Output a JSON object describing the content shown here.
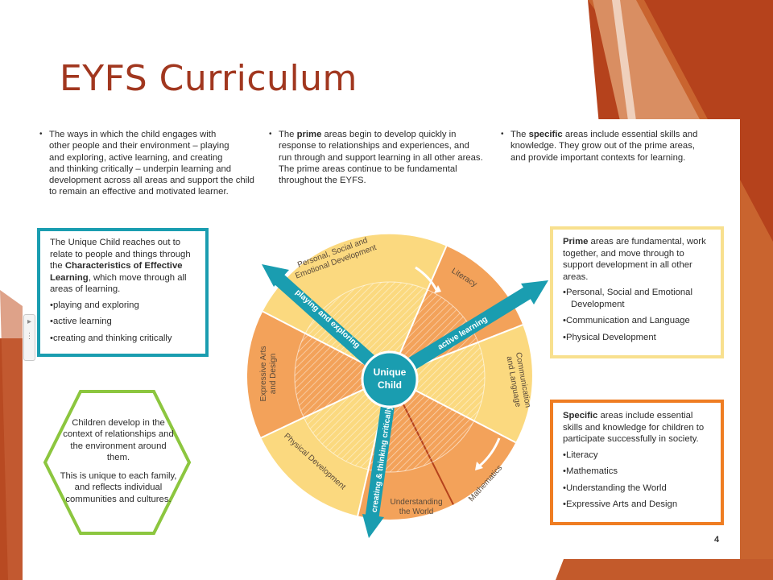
{
  "slide": {
    "title": "EYFS Curriculum",
    "page_number": "4",
    "colors": {
      "title": "#a1371f",
      "teal": "#1a9db0",
      "orange": "#ef7d22",
      "light_orange": "#f3a25a",
      "yellow": "#fbd97f",
      "green": "#8cc63f"
    }
  },
  "intro": {
    "col1": [
      "The ways in which the child engages with",
      "other people and their environment – playing",
      "and exploring, active learning, and creating",
      "and thinking critically – underpin learning and",
      "development across all areas and support the child",
      "to remain an effective and motivated learner."
    ],
    "col2": {
      "pre": "The ",
      "bold": "prime",
      "line1_rest": " areas begin to develop quickly in",
      "lines": [
        "response to relationships and experiences, and",
        "run through and support learning in all other areas.",
        "The prime areas continue to be fundamental",
        "throughout the EYFS."
      ]
    },
    "col3": {
      "pre": "The ",
      "bold": "specific",
      "line1_rest": " areas include essential skills and",
      "lines": [
        "knowledge. They grow out of the prime areas,",
        "and provide important contexts for learning."
      ]
    }
  },
  "unique_child_box": {
    "text_pre": "The Unique Child reaches out to relate to people and things through the ",
    "text_bold": "Characteristics of Effective Learning",
    "text_post": ", which move through all areas of learning.",
    "items": [
      "playing and exploring",
      "active learning",
      "creating and thinking critically"
    ]
  },
  "context_hexagon": {
    "para1": "Children develop in the context of relationships and the environment around them.",
    "para2": "This is unique to each family, and reflects individual communities and cultures."
  },
  "prime_box": {
    "bold": "Prime",
    "text": " areas are fundamental, work together, and move through to support development in all other areas.",
    "items": [
      "Personal, Social and Emotional Development",
      "Communication and Language",
      "Physical Development"
    ]
  },
  "specific_box": {
    "bold": "Specific",
    "text": " areas include essential skills and knowledge for children to participate successfully in society.",
    "items": [
      "Literacy",
      "Mathematics",
      "Understanding the World",
      "Expressive Arts and Design"
    ]
  },
  "wheel": {
    "center_line1": "Unique",
    "center_line2": "Child",
    "pse_line1": "Personal, Social and",
    "pse_line2": "Emotional Development",
    "literacy": "Literacy",
    "comm_line1": "Communication",
    "comm_line2": "and Language",
    "mathematics": "Mathematics",
    "utw_line1": "Understanding",
    "utw_line2": "the World",
    "physical": "Physical Development",
    "ead_line1": "Expressive Arts",
    "ead_line2": "and Design",
    "arrow_playing": "playing and exploring",
    "arrow_active": "active learning",
    "arrow_creating": "creating & thinking critically"
  }
}
